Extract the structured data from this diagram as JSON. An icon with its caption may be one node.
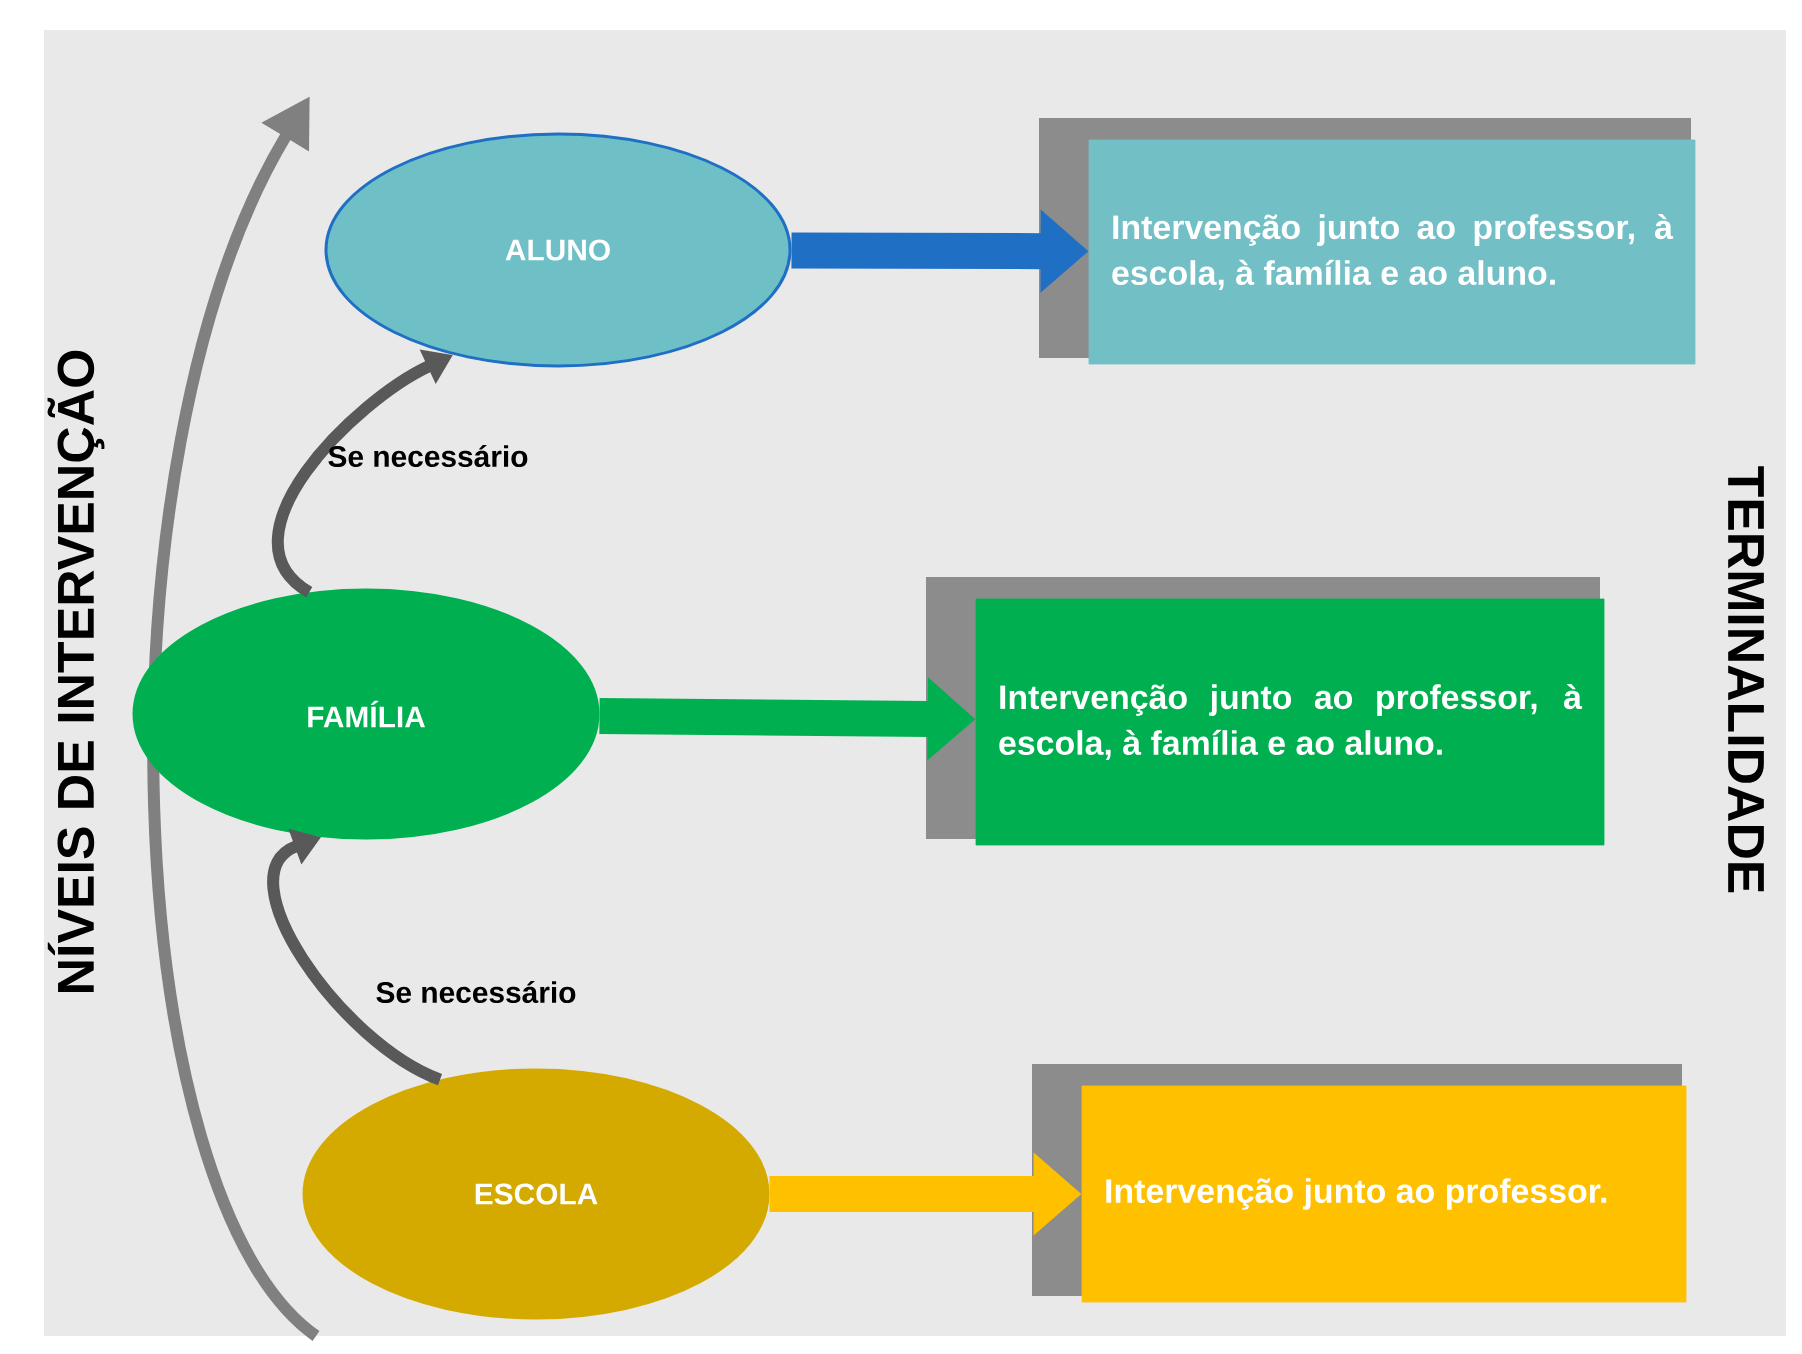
{
  "diagram": {
    "nodes": [
      {
        "text": [
          "ALUNO"
        ]
      },
      {
        "text": [
          "Intervenção junto ao professor, à escola, à família e ao aluno."
        ]
      },
      {
        "text": [
          "FAMÍLIA"
        ]
      },
      {
        "text": [
          "Intervenção junto ao professor, à escola, à família e ao aluno."
        ]
      },
      {
        "text": [
          "ESCOLA"
        ]
      },
      {
        "text": [
          "Intervenção junto ao professor."
        ]
      }
    ],
    "edges": [
      {
        "from": 0,
        "to": 1,
        "arrow": "to",
        "color": "#1f6fc5"
      },
      {
        "from": 2,
        "to": 3,
        "arrow": "to",
        "color": "#00b050"
      },
      {
        "from": 4,
        "to": 5,
        "arrow": "to",
        "color": "#ffc000"
      },
      {
        "from": 2,
        "to": 0,
        "arrow": "to",
        "label": "Se necessário",
        "color": "#595959"
      },
      {
        "from": 4,
        "to": 2,
        "arrow": "to",
        "label": "Se necessário",
        "color": "#595959"
      }
    ],
    "labels": [
      "NÍVEIS DE INTERVENÇÃO",
      "TERMINALIDADE"
    ]
  }
}
